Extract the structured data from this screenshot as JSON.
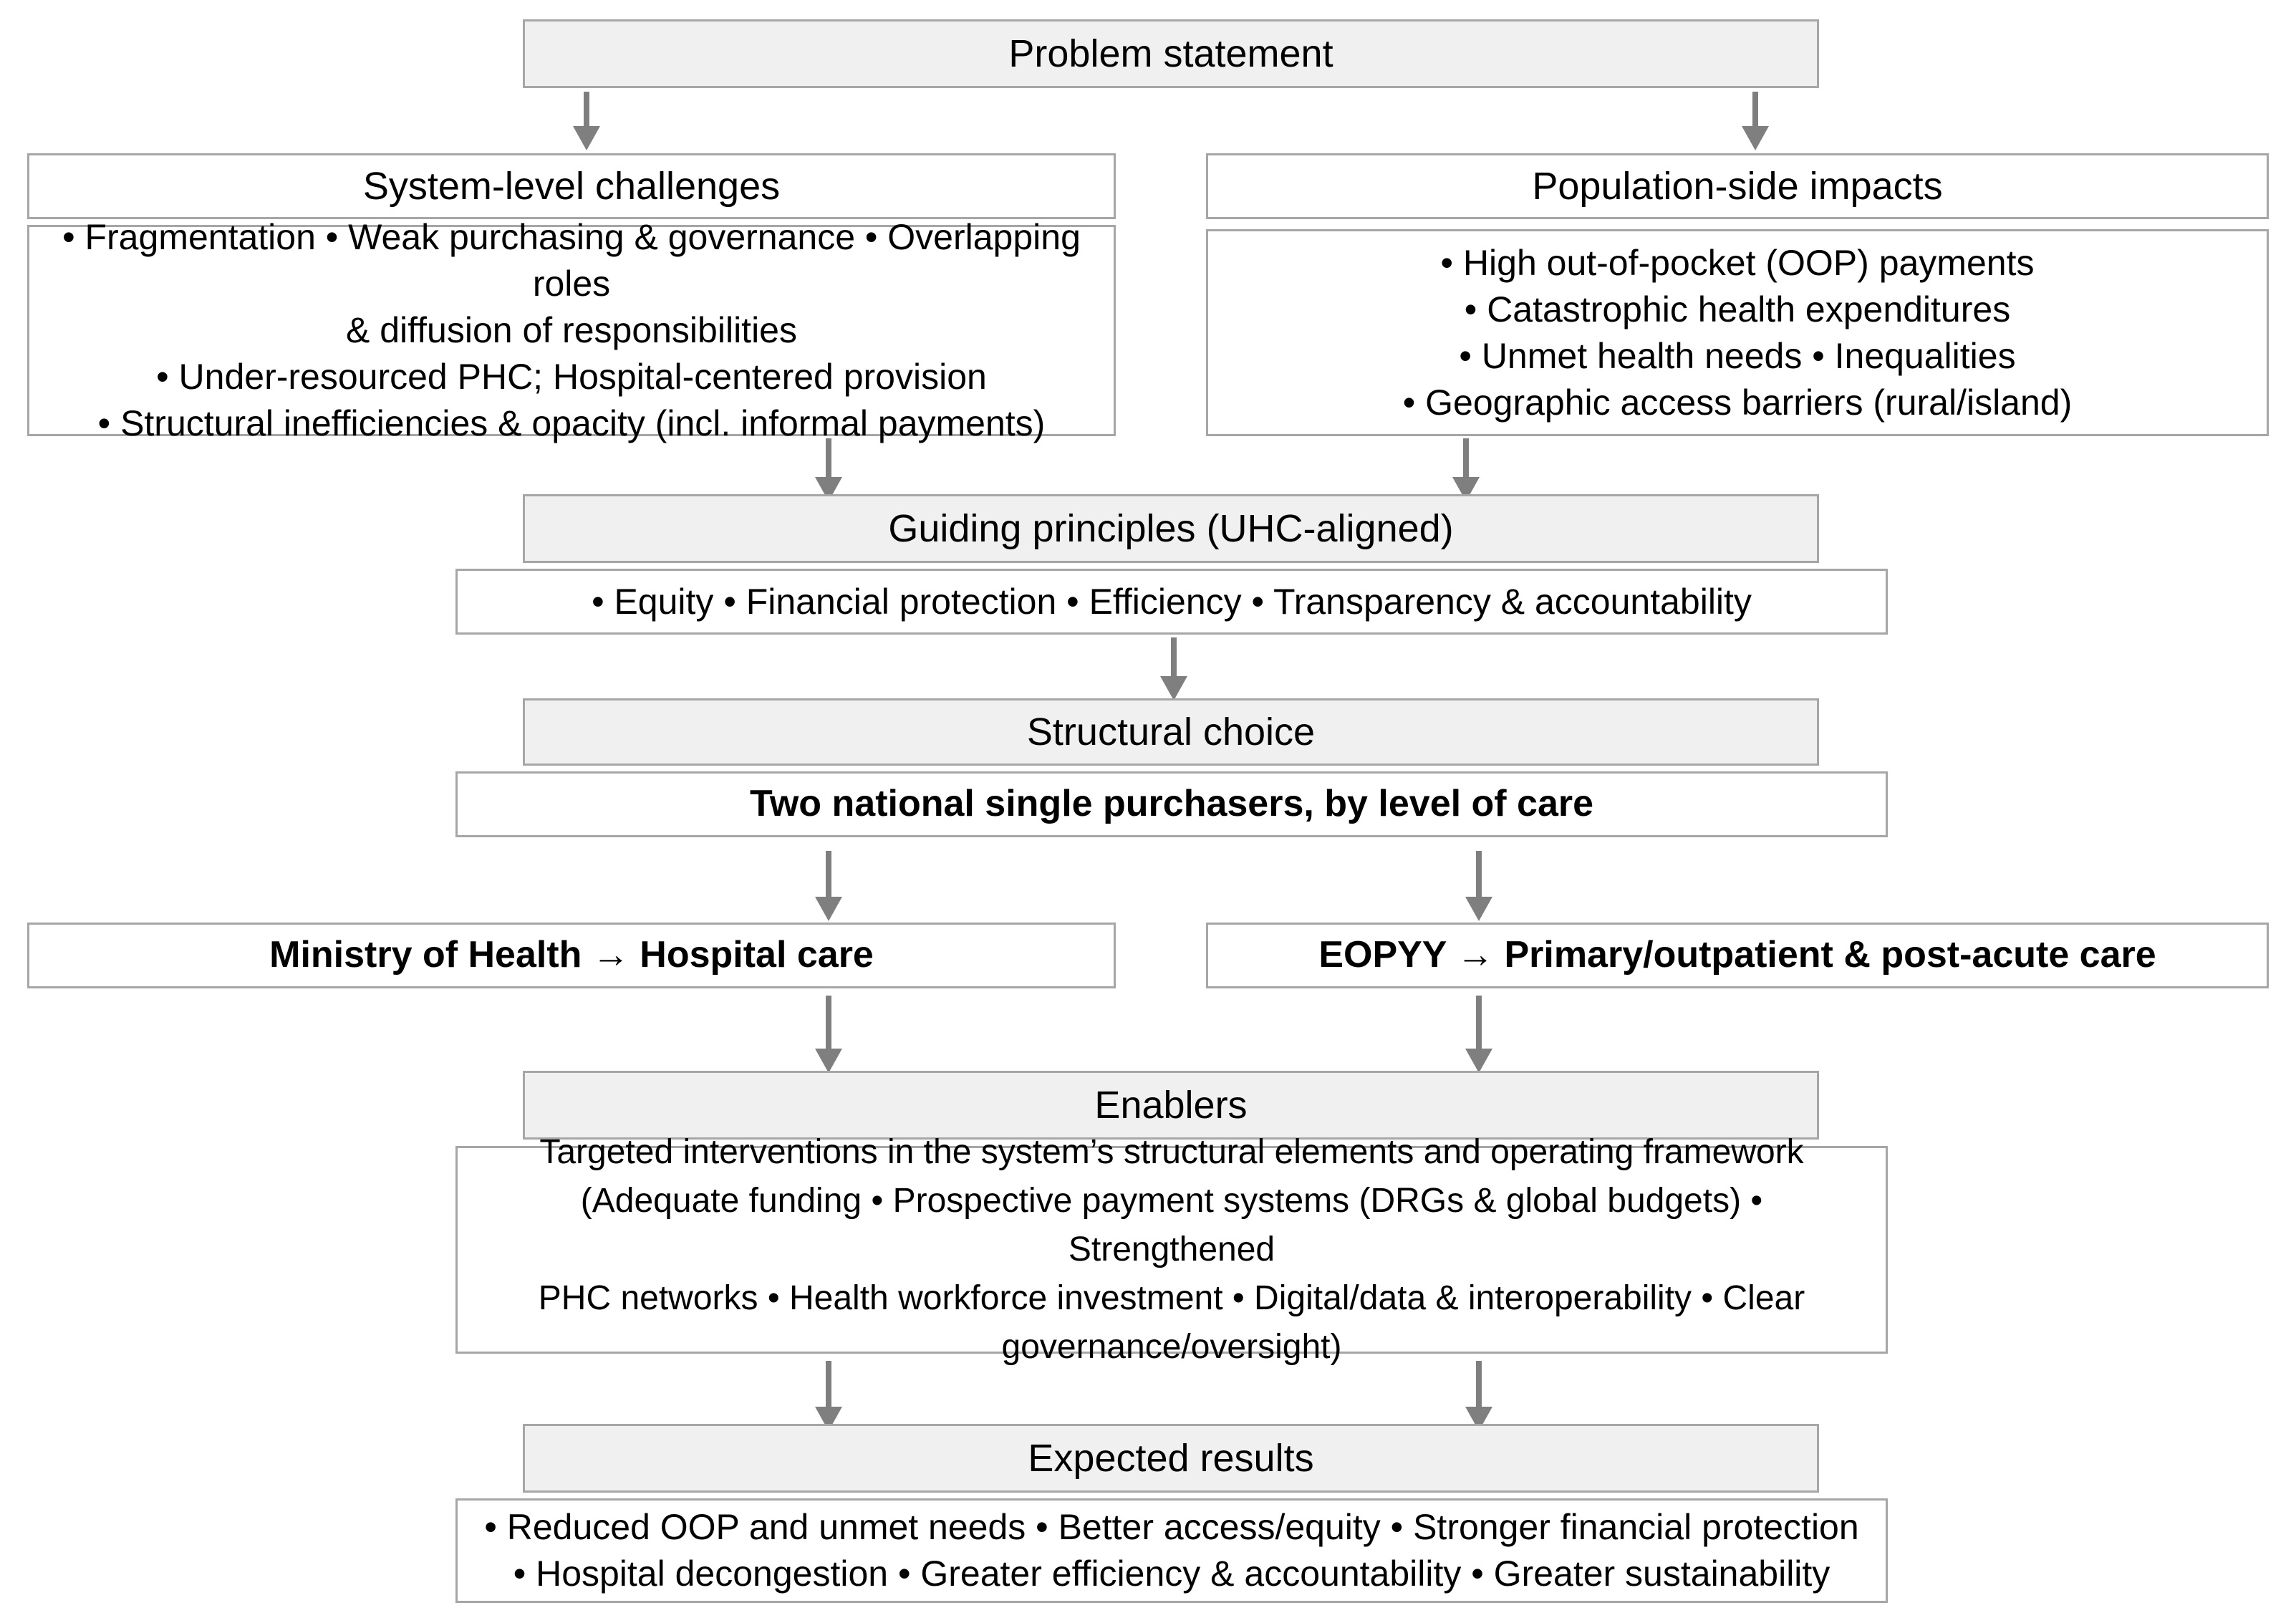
{
  "diagram": {
    "title": "Health system reform flowchart",
    "accent_border": "#a6a6a6",
    "header_fill": "#f0f0f0",
    "arrow_color": "#7f7f7f",
    "nodes": {
      "problem_statement": {
        "header": "Problem statement"
      },
      "system_challenges": {
        "header": "System-level challenges",
        "body_line_1": "• Fragmentation • Weak purchasing & governance • Overlapping roles",
        "body_line_2": "& diffusion of responsibilities",
        "body_line_3": "• Under-resourced PHC; Hospital-centered provision",
        "body_line_4": "• Structural inefficiencies & opacity (incl. informal payments)"
      },
      "population_impacts": {
        "header": "Population-side impacts",
        "body_line_1": "• High out-of-pocket (OOP) payments",
        "body_line_2": "• Catastrophic health expenditures",
        "body_line_3": "• Unmet health needs • Inequalities",
        "body_line_4": "• Geographic access barriers (rural/island)"
      },
      "guiding_principles": {
        "header": "Guiding principles (UHC-aligned)",
        "body": "• Equity • Financial protection • Efficiency • Transparency & accountability"
      },
      "structural_choice": {
        "header": "Structural choice",
        "body": "Two national single purchasers, by level of care"
      },
      "purchaser_moh": {
        "label": "Ministry of Health → Hospital care"
      },
      "purchaser_eopyy": {
        "label": "EOPYY → Primary/outpatient & post-acute care"
      },
      "enablers": {
        "header": "Enablers",
        "body_line_1": "Targeted interventions in the system’s structural elements and operating framework",
        "body_line_2": "(Adequate funding • Prospective payment systems (DRGs & global budgets) • Strengthened",
        "body_line_3": "PHC networks • Health workforce investment  • Digital/data & interoperability • Clear",
        "body_line_4": "governance/oversight)"
      },
      "expected_results": {
        "header": "Expected results",
        "body_line_1": "• Reduced OOP and unmet needs • Better access/equity • Stronger financial protection",
        "body_line_2": "• Hospital decongestion • Greater efficiency & accountability • Greater sustainability"
      }
    },
    "connectors": [
      {
        "name": "problem-to-challenges",
        "from": "problem_statement",
        "to": "system_challenges"
      },
      {
        "name": "problem-to-impacts",
        "from": "problem_statement",
        "to": "population_impacts"
      },
      {
        "name": "challenges-to-principles",
        "from": "system_challenges",
        "to": "guiding_principles"
      },
      {
        "name": "impacts-to-principles",
        "from": "population_impacts",
        "to": "guiding_principles"
      },
      {
        "name": "principles-to-structural",
        "from": "guiding_principles",
        "to": "structural_choice"
      },
      {
        "name": "structural-to-moh",
        "from": "structural_choice",
        "to": "purchaser_moh"
      },
      {
        "name": "structural-to-eopyy",
        "from": "structural_choice",
        "to": "purchaser_eopyy"
      },
      {
        "name": "moh-to-enablers",
        "from": "purchaser_moh",
        "to": "enablers"
      },
      {
        "name": "eopyy-to-enablers",
        "from": "purchaser_eopyy",
        "to": "enablers"
      },
      {
        "name": "enablers-to-results-left",
        "from": "enablers",
        "to": "expected_results"
      },
      {
        "name": "enablers-to-results-right",
        "from": "enablers",
        "to": "expected_results"
      }
    ]
  }
}
